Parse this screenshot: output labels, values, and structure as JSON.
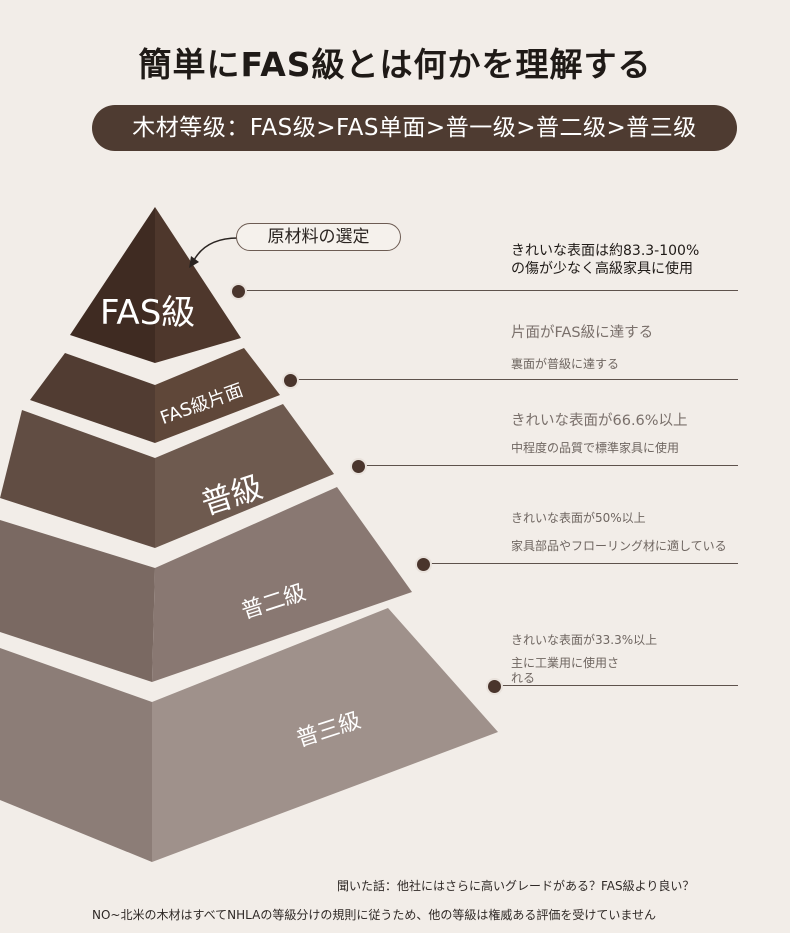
{
  "title": "簡単にFAS級とは何かを理解する",
  "banner": "木材等级：FAS级>FAS单面>普一级>普二级>普三级",
  "callout": "原材料の選定",
  "tiers": [
    {
      "label": "FAS級",
      "color": "#4c342a",
      "line1": "きれいな表面は約83.3-100%",
      "line2": "の傷が少なく高級家具に使用"
    },
    {
      "label": "FAS級片面",
      "color": "#5e4639",
      "line1": "片面がFAS級に達する",
      "line2": "裏面が普級に達する"
    },
    {
      "label": "普級",
      "color": "#6c564b",
      "line1": "きれいな表面が66.6%以上",
      "line2": "中程度の品質で標準家具に使用"
    },
    {
      "label": "普二級",
      "color": "#877670",
      "line1": "きれいな表面が50%以上",
      "line2": "家具部品やフローリング材に適している"
    },
    {
      "label": "普三級",
      "color": "#9c8d87",
      "line1": "きれいな表面が33.3%以上",
      "line2": "主に工業用に使用さ",
      "line3": "れる"
    }
  ],
  "footer": {
    "line1": "聞いた話：他社にはさらに高いグレードがある？FAS級より良い？",
    "line2": "NO~北米の木材はすべてNHLAの等級分けの規則に従うため、他の等級は権威ある評価を受けていません"
  }
}
